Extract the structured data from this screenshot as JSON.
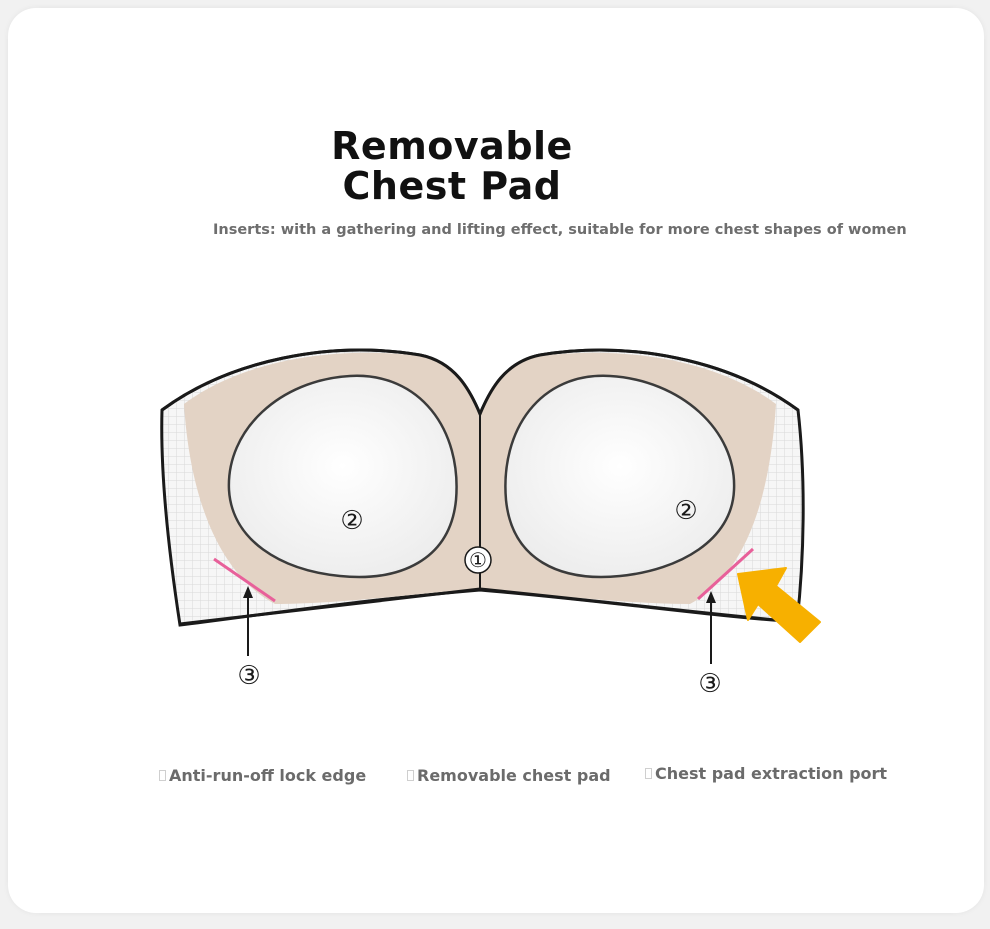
{
  "header": {
    "title": "Removable Chest Pad",
    "subtitle": "Inserts: with a gathering and lifting effect, suitable for more chest shapes of women"
  },
  "diagram": {
    "callout_labels": {
      "center_gore": "①",
      "left_pad": "②",
      "right_pad": "②",
      "left_edge": "③",
      "right_edge": "③"
    },
    "colors": {
      "cup_fill": "#e3d3c5",
      "pad_fill": "#f7f7f7",
      "mesh_fill": "#f6f6f6",
      "mesh_grid": "#dcdcdc",
      "outline": "#1a1a1a",
      "lock_edge": "#e8609a",
      "pointer_arrow": "#f7b000"
    }
  },
  "legend": {
    "items": [
      {
        "label": "Anti-run-off lock edge"
      },
      {
        "label": "Removable chest pad"
      },
      {
        "label": "Chest pad extraction port"
      }
    ]
  }
}
